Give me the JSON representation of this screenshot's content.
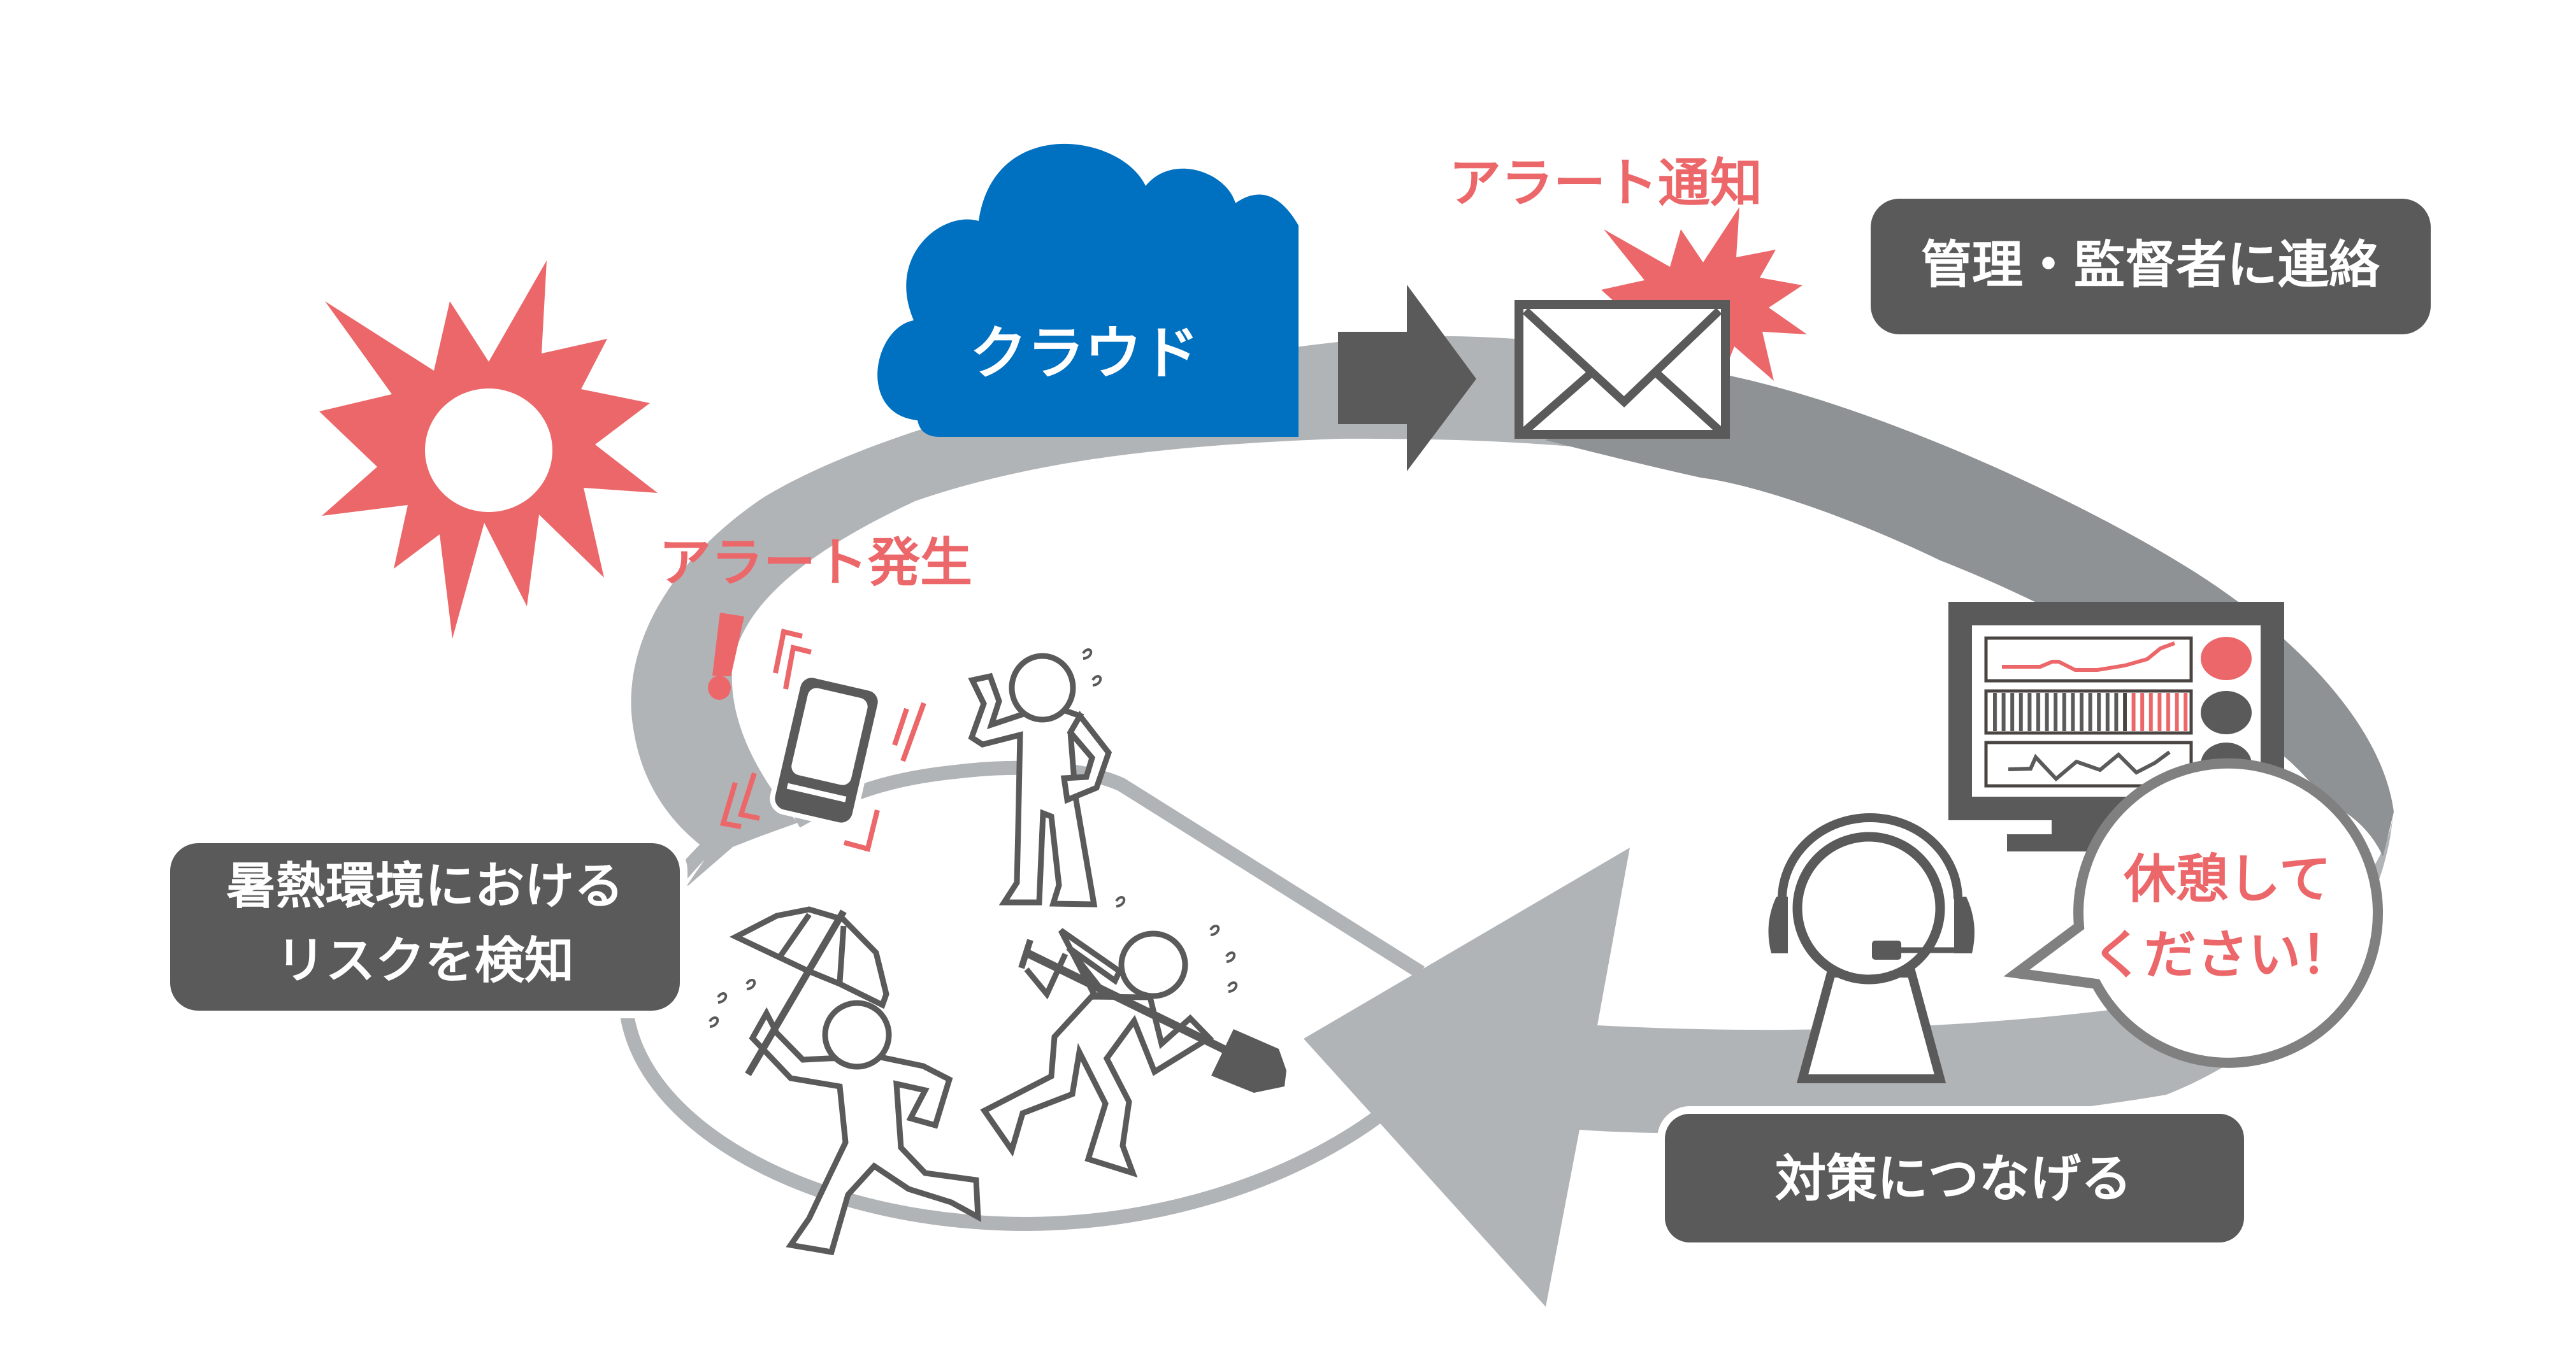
{
  "labels": {
    "cloud": "クラウド",
    "alert_notification": "アラート通知",
    "contact_manager": "管理・監督者に連絡",
    "alert_occurred": "アラート発生",
    "detect_risk": [
      "暑熱環境における",
      "リスクを検知"
    ],
    "take_action": "対策につなげる",
    "speech_bubble": [
      "休憩して",
      "ください！"
    ]
  },
  "icons": [
    "sun-burst-icon",
    "cloud-icon",
    "right-arrow-icon",
    "envelope-icon",
    "alert-burst-icon",
    "monitor-dashboard-icon",
    "operator-headset-icon",
    "speech-bubble-icon",
    "smartphone-vibrating-icon",
    "exclamation-icon",
    "worker-figure-icon",
    "umbrella-runner-icon",
    "shovel-worker-icon",
    "cycle-loop-arrow-icon"
  ],
  "colors": {
    "alert_red": "#ec6769",
    "cloud_blue": "#0070c0",
    "dark_gray": "#5a5a5a",
    "band_light": "#b0b4b7",
    "band_dark": "#8e9294",
    "bubble_outline": "#808080"
  }
}
